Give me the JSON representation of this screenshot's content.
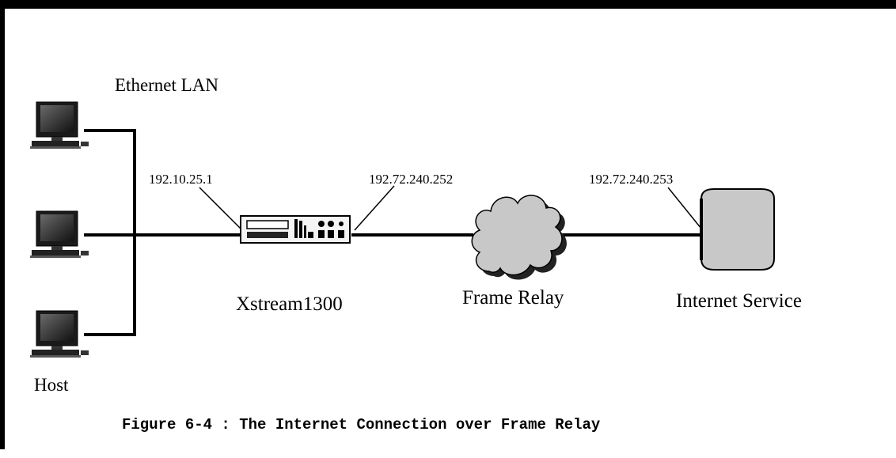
{
  "diagram": {
    "lan_label": "Ethernet LAN",
    "host_label": "Host",
    "router_name": "Xstream1300",
    "cloud_label": "Frame Relay",
    "isp_label": "Internet Service",
    "ip_lan": "192.10.25.1",
    "ip_wan": "192.72.240.252",
    "ip_isp": "192.72.240.253",
    "caption": "Figure 6-4 : The Internet Connection over Frame Relay"
  },
  "colors": {
    "line": "#000000",
    "cloud_fill": "#c8c8c8",
    "server_fill": "#c8c8c8",
    "monitor_screen": "#2a2a2a"
  }
}
